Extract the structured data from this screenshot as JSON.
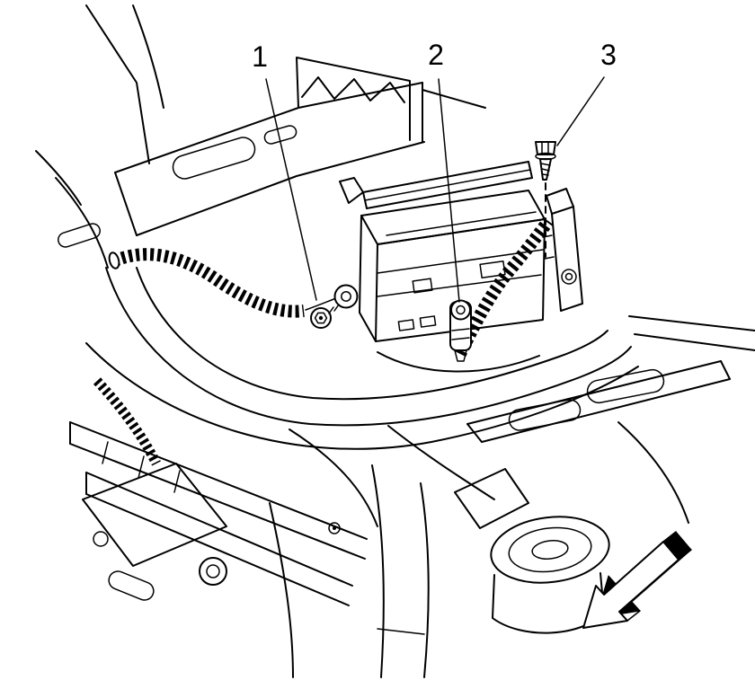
{
  "figure": {
    "kind": "technical-line-illustration",
    "callouts": [
      {
        "label": "1"
      },
      {
        "label": "2"
      },
      {
        "label": "3"
      }
    ],
    "icons": {
      "direction_arrow": "bold-3d-arrow-pointing-down-left"
    },
    "colors": {
      "line": "#000000",
      "background": "#ffffff",
      "arrow_fill": "#000000"
    }
  }
}
